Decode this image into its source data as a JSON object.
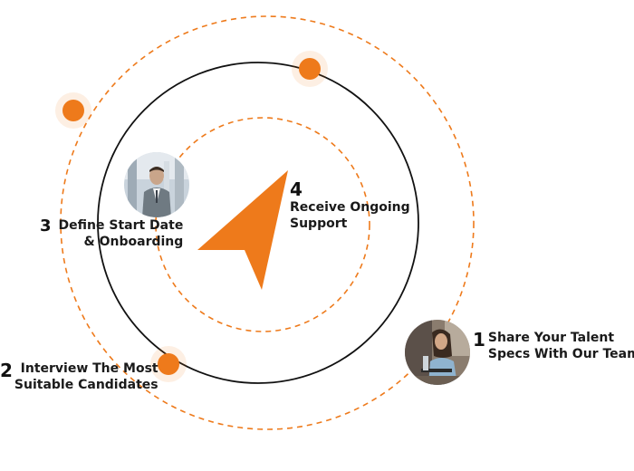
{
  "colors": {
    "accent": "#ee7a1b",
    "ring_solid": "#111111",
    "text": "#1a1a1a"
  },
  "steps": [
    {
      "number": "1",
      "line1": "Share Your Talent",
      "line2": "Specs With Our Team"
    },
    {
      "number": "2",
      "line1": "Interview The Most",
      "line2": "Suitable Candidates"
    },
    {
      "number": "3",
      "line1": "Define Start Date",
      "line2": "& Onboarding"
    },
    {
      "number": "4",
      "line1": "Receive Ongoing",
      "line2": "Support"
    }
  ],
  "icons": {
    "center": "navigation-arrow-icon",
    "person_man": "businessman-photo",
    "person_woman": "woman-laptop-photo"
  }
}
